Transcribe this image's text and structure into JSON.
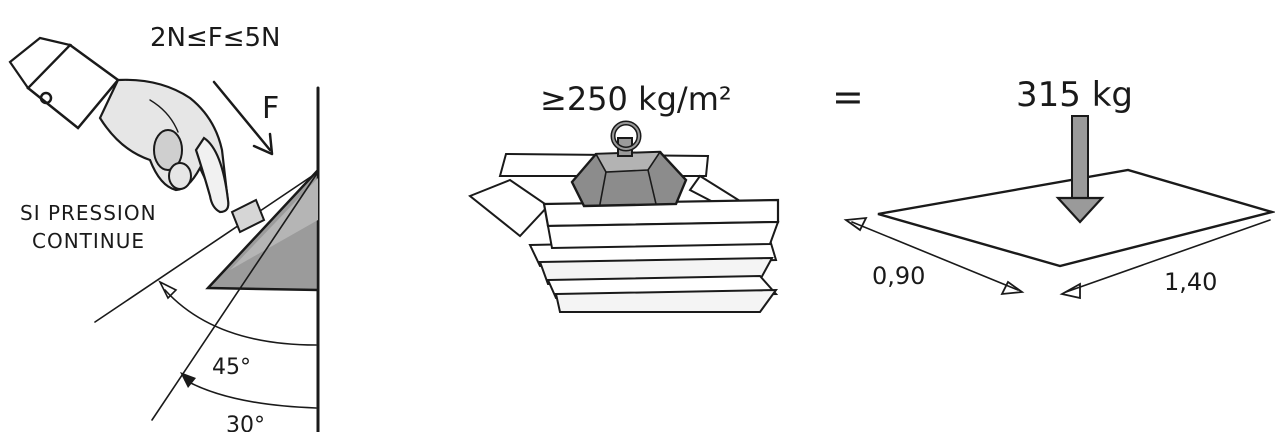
{
  "left_panel": {
    "force_range": "2N≤F≤5N",
    "force_label": "F",
    "condition_line1": "SI PRESSION",
    "condition_line2": "CONTINUE",
    "angle_outer": "45°",
    "angle_inner": "30°"
  },
  "middle_panel": {
    "load_label": "≥250 kg/m²"
  },
  "equals_sign": "=",
  "right_panel": {
    "total_load": "315 kg",
    "width": "0,90",
    "length": "1,40"
  },
  "colors": {
    "ink": "#1a1a1a",
    "grey_fill": "#9b9b9b",
    "light_fill": "#e6e6e6",
    "weight_fill": "#8c8c8c"
  }
}
